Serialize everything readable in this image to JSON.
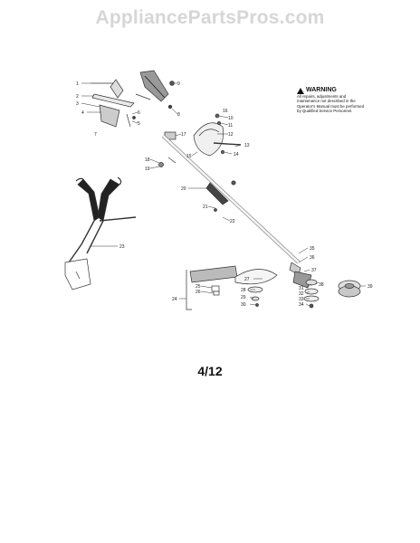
{
  "watermark": "AppliancePartsPros.com",
  "warning": {
    "title": "WARNING",
    "text": "All repairs, adjustments and maintenance not described in the Operator's Manual must be performed by Qualified Service Personnel."
  },
  "page_number": "4/12",
  "callouts": [
    "1",
    "2",
    "3",
    "4",
    "5",
    "6",
    "7",
    "8",
    "9",
    "10",
    "11",
    "12",
    "13",
    "14",
    "15",
    "16",
    "17",
    "18",
    "19",
    "20",
    "21",
    "22",
    "23",
    "24",
    "25",
    "26",
    "27",
    "28",
    "29",
    "30",
    "31",
    "32",
    "33",
    "34",
    "35",
    "36",
    "37",
    "38",
    "39"
  ]
}
